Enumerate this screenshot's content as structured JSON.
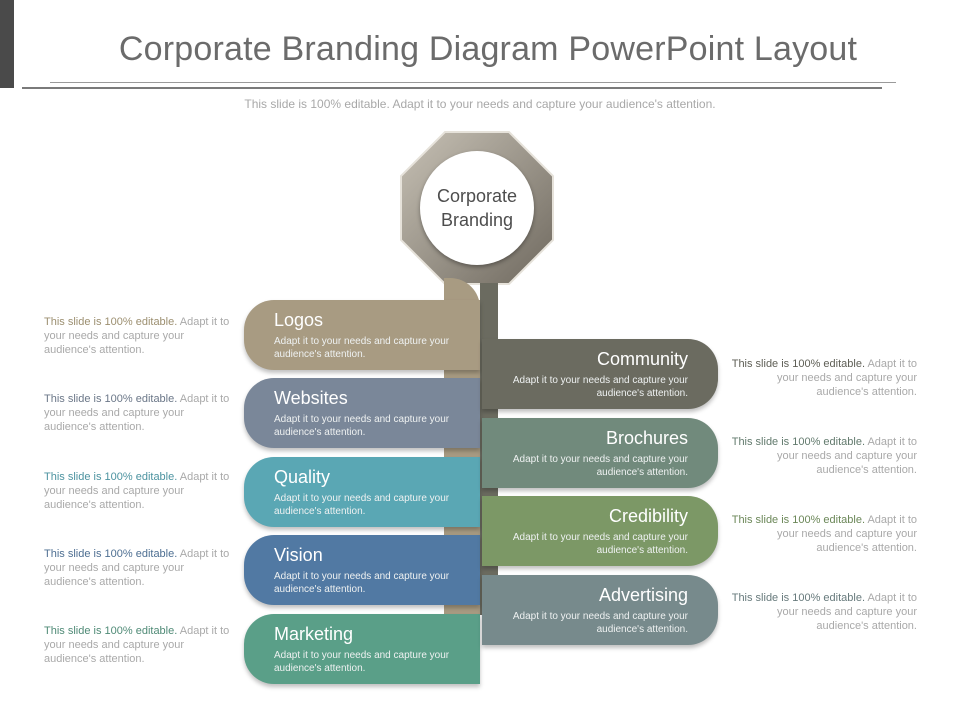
{
  "title": "Corporate Branding Diagram PowerPoint Layout",
  "subtitle": "This slide is 100% editable. Adapt it to your needs and capture your audience's attention.",
  "hub": {
    "line1": "Corporate",
    "line2": "Branding"
  },
  "colors": {
    "logos": "#a89b82",
    "websites": "#7a8799",
    "quality": "#5aa7b4",
    "vision": "#5179a3",
    "marketing": "#5a9f88",
    "community": "#6b6b60",
    "brochures": "#718a7c",
    "credibility": "#7c9866",
    "advertising": "#778a8c",
    "hub": "#8a8378"
  },
  "left_items": [
    {
      "title": "Logos",
      "desc": "Adapt it to your needs and capture your audience's attention.",
      "note_lead": "This slide is 100% editable.",
      "note_rest": " Adapt it to your needs and capture your audience's attention.",
      "note_color": "#9c8f70"
    },
    {
      "title": "Websites",
      "desc": "Adapt it to your needs and capture your audience's attention.",
      "note_lead": "This slide is 100% editable.",
      "note_rest": " Adapt it to your needs and capture your audience's attention.",
      "note_color": "#6b7788"
    },
    {
      "title": "Quality",
      "desc": "Adapt it to your needs and capture your audience's attention.",
      "note_lead": "This slide is 100% editable.",
      "note_rest": " Adapt it to your needs and capture your audience's attention.",
      "note_color": "#4c93a0"
    },
    {
      "title": "Vision",
      "desc": "Adapt it to your needs and capture your audience's attention.",
      "note_lead": "This slide is 100% editable.",
      "note_rest": " Adapt it to your needs and capture your audience's attention.",
      "note_color": "#4e6f92"
    },
    {
      "title": "Marketing",
      "desc": "Adapt it to your needs and capture your audience's attention.",
      "note_lead": "This slide is 100% editable.",
      "note_rest": " Adapt it to your needs and capture your audience's attention.",
      "note_color": "#4f8a76"
    }
  ],
  "right_items": [
    {
      "title": "Community",
      "desc": "Adapt it to your needs and capture your audience's attention.",
      "note_lead": "This slide is 100% editable.",
      "note_rest": " Adapt it to your needs and capture your audience's attention.",
      "note_color": "#5e5e55"
    },
    {
      "title": "Brochures",
      "desc": "Adapt it to your needs and capture your audience's attention.",
      "note_lead": "This slide is 100% editable.",
      "note_rest": " Adapt it to your needs and capture your audience's attention.",
      "note_color": "#627a6d"
    },
    {
      "title": "Credibility",
      "desc": "Adapt it to your needs and capture your audience's attention.",
      "note_lead": "This slide is 100% editable.",
      "note_rest": " Adapt it to your needs and capture your audience's attention.",
      "note_color": "#6b8758"
    },
    {
      "title": "Advertising",
      "desc": "Adapt it to your needs and capture your audience's attention.",
      "note_lead": "This slide is 100% editable.",
      "note_rest": " Adapt it to your needs and capture your audience's attention.",
      "note_color": "#677a7c"
    }
  ]
}
